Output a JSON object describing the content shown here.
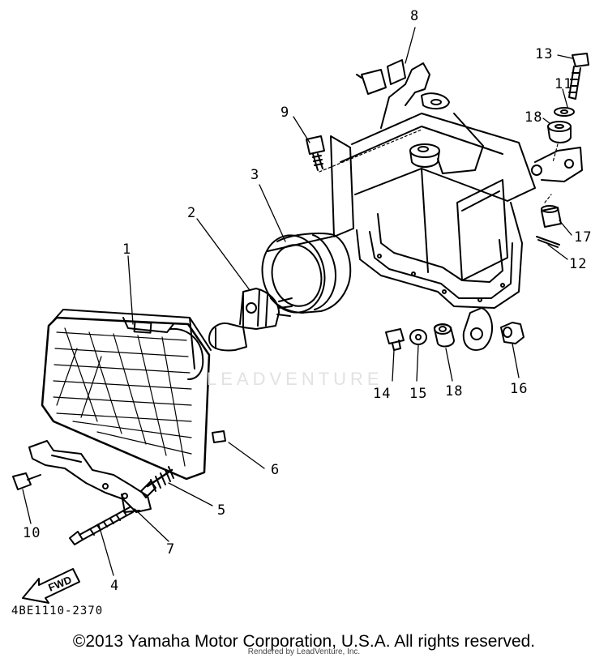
{
  "callouts": {
    "c1": "1",
    "c2": "2",
    "c3": "3",
    "c4": "4",
    "c5": "5",
    "c6": "6",
    "c7": "7",
    "c8": "8",
    "c9": "9",
    "c10": "10",
    "c11": "11",
    "c12": "12",
    "c13": "13",
    "c14": "14",
    "c15": "15",
    "c16": "16",
    "c17": "17",
    "c18a": "18",
    "c18b": "18"
  },
  "fwd_label": "FWD",
  "part_code": "4BE1110-2370",
  "watermark": "LEADVENTURE",
  "copyright": "©2013 Yamaha Motor Corporation, U.S.A. All rights reserved.",
  "rendered_by": "Rendered by LeadVenture, Inc."
}
